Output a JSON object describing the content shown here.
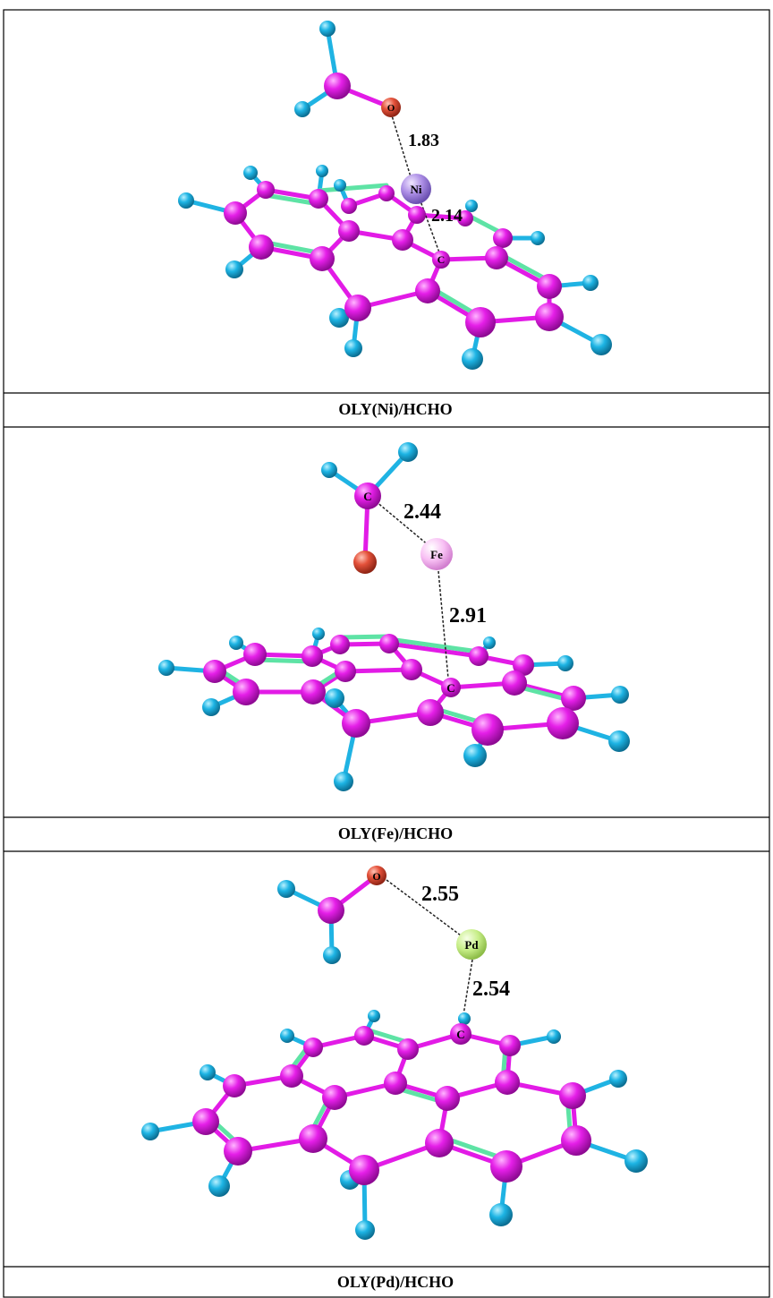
{
  "panels": [
    {
      "caption": "OLY(Ni)/HCHO",
      "metal": "Ni",
      "ring_atom": "C",
      "adsorbate_atom": "O",
      "dist_adsorbate_metal": "1.83",
      "dist_metal_ring": "2.14",
      "metal_color": "#a98be0"
    },
    {
      "caption": "OLY(Fe)/HCHO",
      "metal": "Fe",
      "ring_atom": "C",
      "adsorbate_atom": "C",
      "dist_adsorbate_metal": "2.44",
      "dist_metal_ring": "2.91",
      "metal_color": "#f6b5f2"
    },
    {
      "caption": "OLY(Pd)/HCHO",
      "metal": "Pd",
      "ring_atom": "C",
      "adsorbate_atom": "O",
      "dist_adsorbate_metal": "2.55",
      "dist_metal_ring": "2.54",
      "metal_color": "#c6ec86"
    }
  ],
  "colors": {
    "carbon": "#e21be6",
    "hydrogen": "#1fb3e3",
    "oxygen": "#e0503a",
    "double_bond": "#5ee3a5"
  }
}
